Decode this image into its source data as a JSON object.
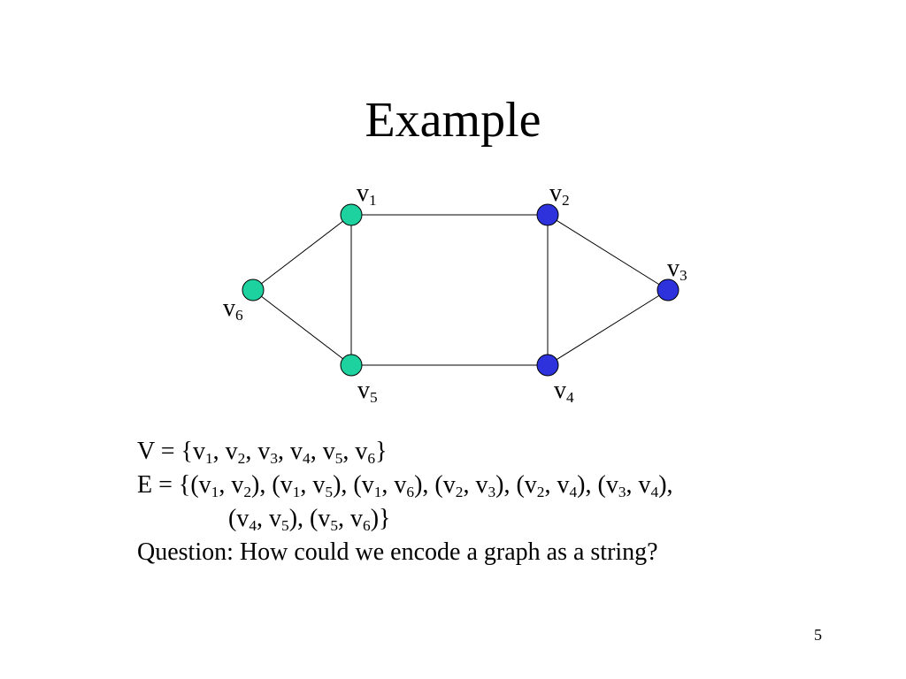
{
  "title": "Example",
  "colors": {
    "set_a": "#1ed2a0",
    "set_b": "#2d32dc",
    "edge": "#000000"
  },
  "graph": {
    "vertices": [
      {
        "id": "v1",
        "base": "v",
        "sub": "1",
        "group": "set_a"
      },
      {
        "id": "v2",
        "base": "v",
        "sub": "2",
        "group": "set_b"
      },
      {
        "id": "v3",
        "base": "v",
        "sub": "3",
        "group": "set_b"
      },
      {
        "id": "v4",
        "base": "v",
        "sub": "4",
        "group": "set_b"
      },
      {
        "id": "v5",
        "base": "v",
        "sub": "5",
        "group": "set_a"
      },
      {
        "id": "v6",
        "base": "v",
        "sub": "6",
        "group": "set_a"
      }
    ],
    "edges": [
      [
        "v1",
        "v2"
      ],
      [
        "v1",
        "v5"
      ],
      [
        "v1",
        "v6"
      ],
      [
        "v2",
        "v3"
      ],
      [
        "v2",
        "v4"
      ],
      [
        "v3",
        "v4"
      ],
      [
        "v4",
        "v5"
      ],
      [
        "v5",
        "v6"
      ]
    ]
  },
  "body": {
    "line1": "V = {v1, v2, v3, v4, v5, v6}",
    "line2": "E = {(v1, v2), (v1, v5), (v1, v6), (v2, v3), (v2, v4), (v3, v4),",
    "line3": "(v4, v5), (v5, v6)}",
    "line4": "Question: How could we encode a graph as a string?"
  },
  "page_number": "5"
}
